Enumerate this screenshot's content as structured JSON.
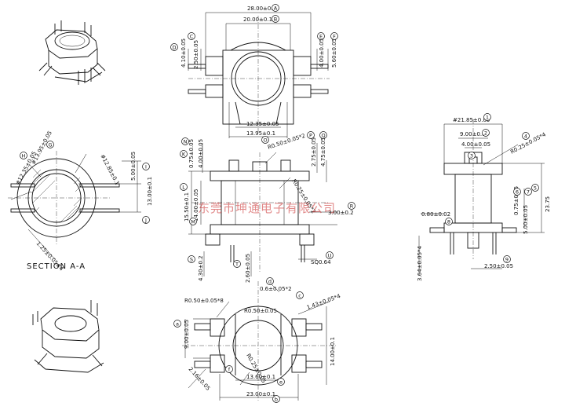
{
  "top_view": {
    "dims": {
      "width_overall": "28.00±0.1",
      "width_inner": "20.00±0.1",
      "left_h1": "4.10±0.05",
      "left_h2": "2.50±0.05",
      "right_h1": "4.00±0.05",
      "right_h2": "5.60±0.05",
      "bottom_a": "12.35±0.05",
      "bottom_b": "13.95±0.1"
    },
    "labels": {
      "top": "A",
      "inner": "B",
      "left_outer": "D",
      "left_inner": "C",
      "right_inner": "E",
      "right_outer": "F"
    }
  },
  "section_view": {
    "title": "SECTION A-A",
    "dims": {
      "d1": "#13.95±0.05",
      "d2": "#12.35±0.05",
      "d3": "#12.85±0.1",
      "right_a": "5.00±0.05",
      "right_b": "13.00±0.1",
      "bottom": "1.25±0.05#4"
    },
    "labels": {
      "a": "H",
      "b": "G",
      "c": "I",
      "d": "J"
    }
  },
  "front_view": {
    "dims": {
      "left_a": "0.75±0.05",
      "left_b": "4.00±0.05",
      "left_c": "15.50±0.1",
      "left_d": "14.00±0.05",
      "top_radius": "R0.50±0.05*2",
      "right_a": "2.75±0.05",
      "right_b": "4.75±0.05",
      "mid_radius": "R0.25±0.05*2",
      "right_c": "3.00±0.2",
      "pin": "SQ0.64",
      "bottom_a": "4.30±0.2",
      "bottom_b": "2.60±0.05"
    },
    "labels": {
      "a": "K",
      "b": "L",
      "c": "M",
      "d": "N",
      "e": "O",
      "f": "P",
      "g": "Q",
      "h": "R",
      "i": "S",
      "j": "T",
      "k": "U"
    }
  },
  "side_view": {
    "dims": {
      "top_a": "#21.85±0.05",
      "top_b": "9.00±0.05",
      "top_c": "4.00±0.05",
      "radius": "R0.25±0.05*4",
      "height": "23.75",
      "right_a": "0.75±0.05",
      "right_b": "5.00±0.05",
      "left_a": "0.80±0.02",
      "left_b": "3.64±0.05*4",
      "bottom": "2.50±0.05"
    },
    "labels": {
      "a": "1",
      "b": "2",
      "c": "3",
      "d": "4",
      "e": "5",
      "f": "6",
      "g": "7",
      "h": "8",
      "i": "9"
    }
  },
  "bottom_view": {
    "dims": {
      "top_a": "0.6±0.05*2",
      "radius_a": "R0.50±0.05*8",
      "radius_b": "R0.50±0.05",
      "right_a": "1.43±0.05*4",
      "right_b": "14.00±0.1",
      "left_a": "9.00±0.05",
      "left_b": "2.16±0.05",
      "mid_radius": "R0.25±0.05",
      "bottom_a": "13.60±0.1",
      "bottom_b": "23.00±0.1"
    },
    "labels": {
      "a": "a",
      "b": "b",
      "c": "c",
      "d": "d",
      "e": "e",
      "f": "f"
    }
  },
  "watermark": "东莞市坤通电子有限公司",
  "colors": {
    "line": "#111111",
    "watermark": "#c82828"
  }
}
